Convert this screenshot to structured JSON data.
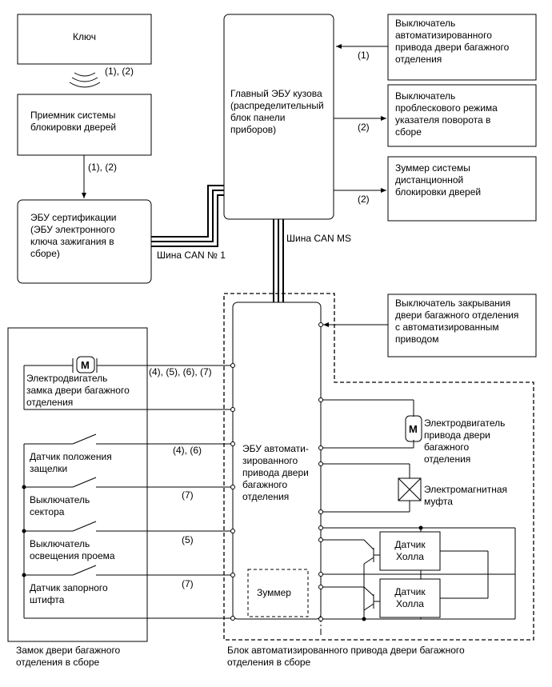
{
  "blocks": {
    "key": "Ключ",
    "receiver": "Приемник системы\nблокировки дверей",
    "cert_ecu": "ЭБУ сертификации\n(ЭБУ электронного\nключа зажигания в\nсборе)",
    "main_body_ecu": "Главный ЭБУ кузова\n(распределительный\nблок панели\nприборов)",
    "switch_power_door": "Выключатель\nавтоматизированного\nпривода двери багажного\nотделения",
    "hazard_switch": "Выключатель\nпроблескового режима\nуказателя поворота в\nсборе",
    "buzzer_remote": "Зуммер системы\nдистанционной\nблокировки дверей",
    "closer_switch": "Выключатель закрывания\nдвери багажного отделения\nс автоматизированным\nприводом",
    "power_door_ecu": "ЭБУ автомати-\nзированного\nпривода двери\nбагажного\nотделения",
    "buzzer": "Зуммер",
    "motor_right": "Электродвигатель\nпривода двери\nбагажного\nотделения",
    "clutch": "Электромагнитная\nмуфта",
    "hall1": "Датчик\nХолла",
    "hall2": "Датчик\nХолла",
    "lock_motor": "Электродвигатель\nзамка двери багажного\nотделения",
    "latch_sensor": "Датчик положения\nзащелки",
    "sector_switch": "Выключатель\nсектора",
    "light_switch": "Выключатель\nосвещения проема",
    "pin_sensor": "Датчик запорного\nштифта",
    "lock_assembly": "Замок двери багажного\nотделения в сборе",
    "power_unit": "Блок автоматизированного привода двери багажного\nотделения в сборе"
  },
  "signals": {
    "key_radio": "(1), (2)",
    "receiver_to_cert": "(1), (2)",
    "to_main_1": "(1)",
    "to_hazard": "(2)",
    "to_buzzer": "(2)",
    "lock_motor": "(4), (5), (6), (7)",
    "latch": "(4), (6)",
    "sector": "(7)",
    "light": "(5)",
    "pin": "(7)"
  },
  "buses": {
    "can1": "Шина CAN № 1",
    "can_ms": "Шина CAN MS"
  },
  "symbols": {
    "motor_letter": "M"
  }
}
